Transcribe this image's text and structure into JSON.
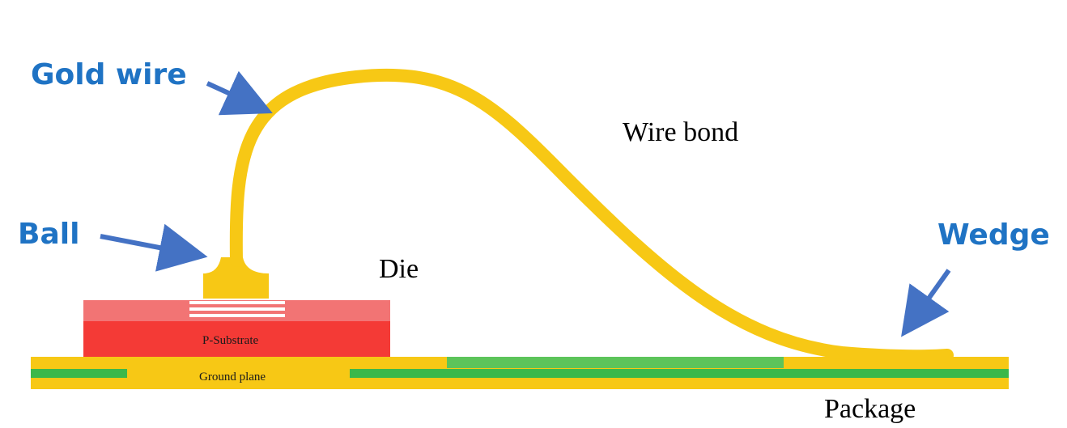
{
  "labels": {
    "gold_wire": "Gold wire",
    "ball": "Ball",
    "wedge": "Wedge",
    "wire_bond": "Wire bond",
    "die": "Die",
    "package": "Package",
    "p_substrate": "P-Substrate",
    "ground_plane": "Ground plane"
  },
  "colors": {
    "callout_text": "#1f73c4",
    "arrow": "#4472c4",
    "gold": "#f7c815",
    "die_top": "#f27474",
    "die_body": "#f43a36",
    "pad_lines": "#ffffff",
    "green_trace": "#3cb84a",
    "green_trace_light": "#5cc45a"
  }
}
